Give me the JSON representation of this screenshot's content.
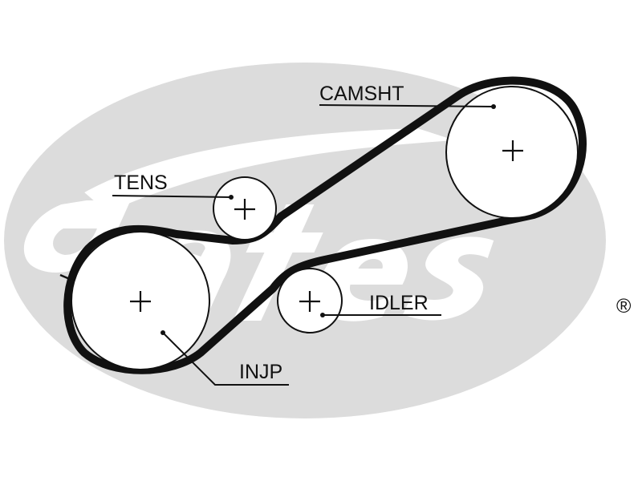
{
  "labels": {
    "camshaft": "CAMSHT",
    "tensioner": "TENS",
    "idler": "IDLER",
    "injection_pump": "INJP"
  },
  "watermark": {
    "brand": "Gates",
    "registered_mark": "®"
  },
  "colors": {
    "ink": "#111111",
    "watermark": "#dcdcdc",
    "background": "#ffffff"
  }
}
